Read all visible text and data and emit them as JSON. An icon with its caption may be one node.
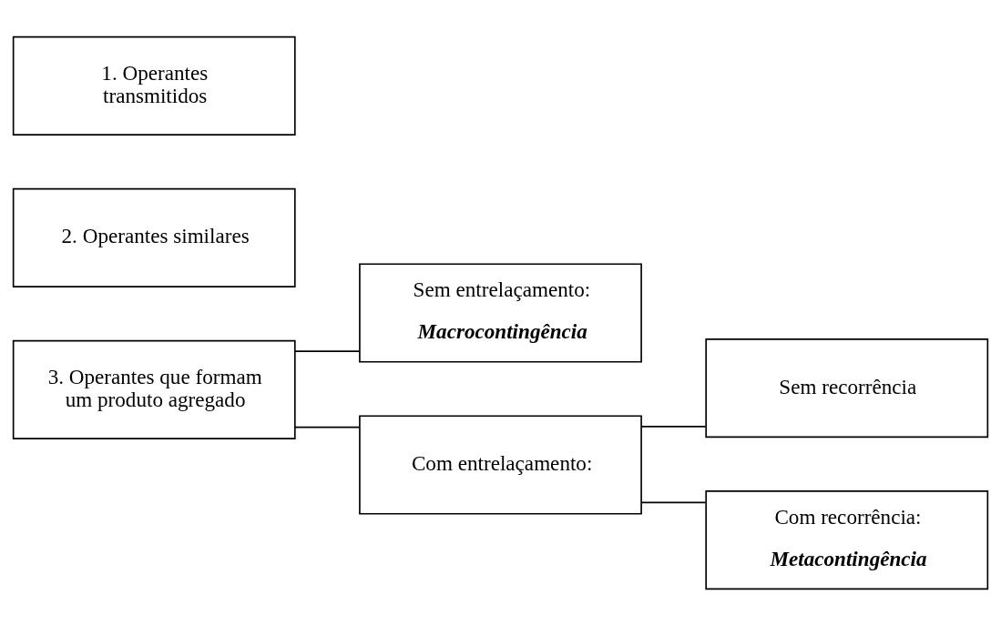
{
  "diagram": {
    "nodes": [
      {
        "text": [
          "1. Operantes transmitidos"
        ]
      },
      {
        "text": [
          "2. Operantes similares"
        ]
      },
      {
        "text": [
          "3. Operantes que formam um produto agregado"
        ]
      },
      {
        "text": [
          "Sem entrelaçamento:",
          "Macrocontingência"
        ]
      },
      {
        "text": [
          "Com entrelaçamento:"
        ]
      },
      {
        "text": [
          "Sem recorrência"
        ]
      },
      {
        "text": [
          "Com recorrência:",
          "Metacontingência"
        ]
      }
    ],
    "edges": [
      {
        "from": 2,
        "to": 3,
        "arrow": "none"
      },
      {
        "from": 2,
        "to": 4,
        "arrow": "none"
      },
      {
        "from": 4,
        "to": 5,
        "arrow": "none"
      },
      {
        "from": 4,
        "to": 6,
        "arrow": "none"
      }
    ]
  }
}
